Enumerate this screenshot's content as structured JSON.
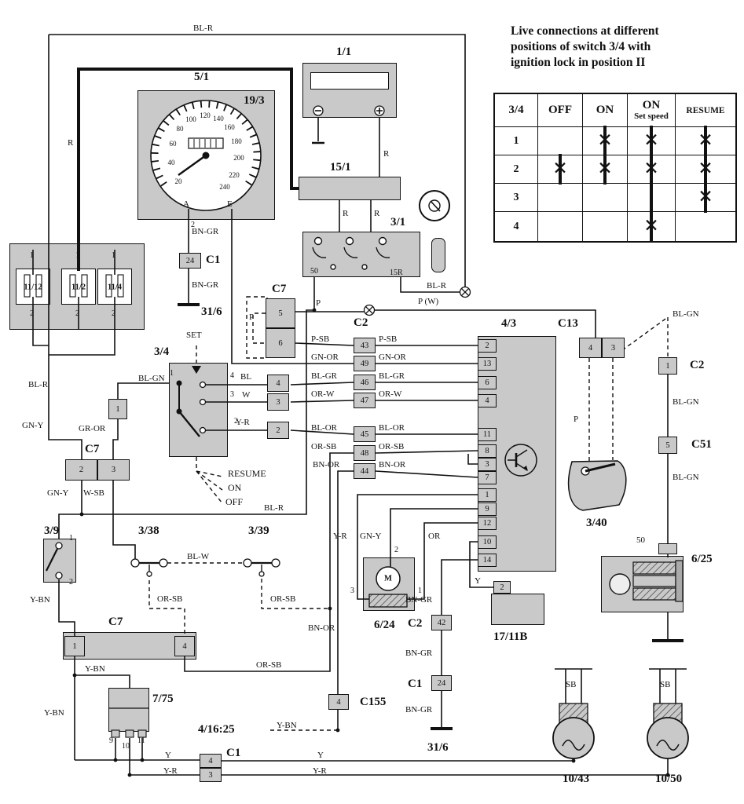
{
  "h": {
    "l1": "Live connections at different",
    "l2": "positions of switch 3/4 with",
    "l3": "ignition lock in position II"
  },
  "t": {
    "c0": "3/4",
    "c1": "OFF",
    "c2": "ON",
    "c3a": "ON",
    "c3b": "Set speed",
    "c4": "RESUME",
    "rows": [
      {
        "label": "1",
        "off": "",
        "on": "x",
        "set": "x",
        "res": "x"
      },
      {
        "label": "2",
        "off": "x",
        "on": "x",
        "set": "x",
        "res": "x"
      },
      {
        "label": "3",
        "off": "",
        "on": "",
        "set": "bar",
        "res": "x"
      },
      {
        "label": "4",
        "off": "",
        "on": "",
        "set": "x",
        "res": ""
      }
    ]
  },
  "g": {
    "v": [
      "20",
      "40",
      "60",
      "80",
      "100",
      "120",
      "140",
      "160",
      "180",
      "200",
      "220",
      "240"
    ]
  },
  "c": {
    "c5_1": "5/1",
    "c19_3": "19/3",
    "c1_1": "1/1",
    "c15_1": "15/1",
    "c3_1": "3/1",
    "c11_12": "11/12",
    "c11_2": "11/2",
    "c11_4": "11/4",
    "c1": "C1",
    "c2": "C2",
    "c7": "C7",
    "c13": "C13",
    "c51": "C51",
    "c155": "C155",
    "g31_6": "31/6",
    "c3_4": "3/4",
    "set": "SET",
    "resume": "RESUME",
    "on": "ON",
    "off": "OFF",
    "c4_3": "4/3",
    "c3_40": "3/40",
    "c6_25": "6/25",
    "c6_24": "6/24",
    "c3_9": "3/9",
    "c3_38": "3/38",
    "c3_39": "3/39",
    "c7_75": "7/75",
    "c17_11b": "17/11B",
    "c4_16_25": "4/16:25",
    "c10_43": "10/43",
    "c10_50": "10/50",
    "m": "M"
  },
  "n": {
    "n1": "1",
    "n2": "2",
    "n3": "3",
    "n4": "4",
    "n5": "5",
    "n6": "6",
    "n7": "7",
    "n8": "8",
    "n9": "9",
    "n10": "10",
    "n11": "11",
    "n12": "12",
    "n13": "13",
    "n14": "14",
    "n24": "24",
    "n42": "42",
    "n43": "43",
    "n44": "44",
    "n45": "45",
    "n46": "46",
    "n47": "47",
    "n48": "48",
    "n49": "49",
    "n50": "50",
    "n15r": "15R",
    "a": "A",
    "e": "E"
  },
  "w": {
    "bl_r": "BL-R",
    "r": "R",
    "bn_gr": "BN-GR",
    "bl_gn": "BL-GN",
    "gn_y": "GN-Y",
    "gr_or": "GR-OR",
    "w_sb": "W-SB",
    "bl_w": "BL-W",
    "or_sb": "OR-SB",
    "y_bn": "Y-BN",
    "y": "Y",
    "y_r": "Y-R",
    "bn_or": "BN-OR",
    "p": "P",
    "p_w": "P (W)",
    "p_sb": "P-SB",
    "gn_or": "GN-OR",
    "bl_gr": "BL-GR",
    "or_w": "OR-W",
    "bl_or": "BL-OR",
    "or": "OR",
    "bl": "BL",
    "w": "W",
    "sb": "SB"
  }
}
